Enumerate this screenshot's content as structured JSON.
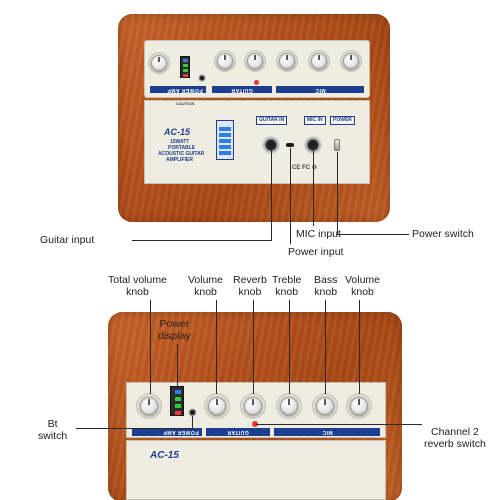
{
  "product": {
    "model": "AC-15",
    "wattage": "15WATT",
    "line1": "PORTABLE",
    "line2": "ACOUSTIC GUITAR",
    "line3": "AMPLIFIER"
  },
  "panel_labels": {
    "power_amp": "POWER AMP",
    "guitar": "GUITAR",
    "mic": "MIC",
    "guitar_in": "GUITAR IN",
    "mic_in": "MIC IN",
    "power": "POWER",
    "caution": "CAUTION"
  },
  "callouts": {
    "guitar_input": "Guitar input",
    "mic_input": "MIC input",
    "power_input": "Power input",
    "power_switch": "Power switch",
    "total_volume_knob": "Total volume knob",
    "volume_knob": "Volume knob",
    "reverb_knob": "Reverb knob",
    "treble_knob": "Treble knob",
    "bass_knob": "Bass knob",
    "volume_knob_2": "Volume knob",
    "power_display": "Power display",
    "bt_switch": "Bt switch",
    "channel2_reverb_switch": "Channel 2 reverb switch"
  },
  "colors": {
    "wood": "#b4521f",
    "panel": "#efece2",
    "brand_blue": "#1e3f8f",
    "led_green": "#2ecc40",
    "led_blue": "#2f7fe0",
    "led_red": "#e53935"
  }
}
